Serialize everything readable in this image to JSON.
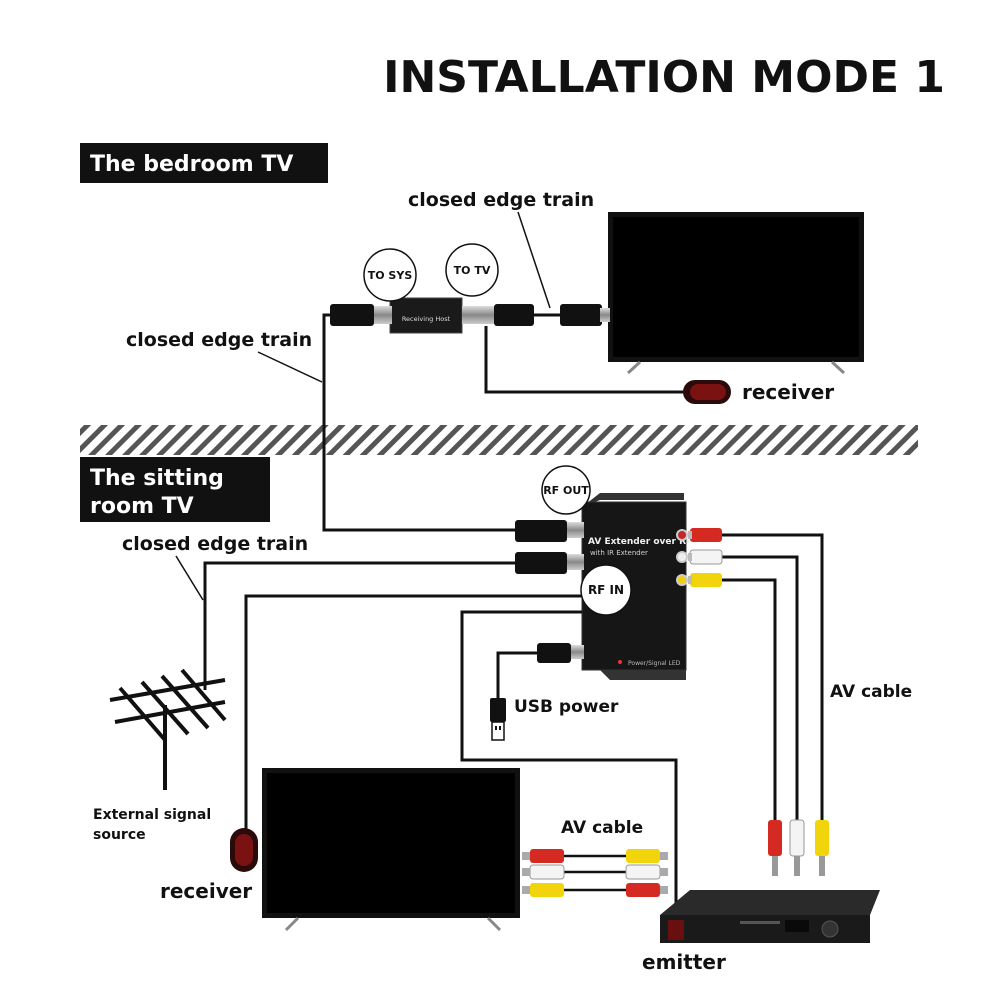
{
  "title": "INSTALLATION MODE 1",
  "sections": {
    "bedroom": "The bedroom TV",
    "sitting_line1": "The sitting",
    "sitting_line2": "room TV"
  },
  "labels": {
    "closed_edge_top": "closed edge train",
    "closed_edge_mid": "closed edge train",
    "closed_edge_low": "closed edge train",
    "receiver_top": "receiver",
    "receiver_bottom": "receiver",
    "av_cable_right": "AV cable",
    "av_cable_bottom": "AV cable",
    "usb_power": "USB power",
    "emitter": "emitter",
    "external_line1": "External signal",
    "external_line2": "source"
  },
  "callouts": {
    "to_sys": "TO SYS",
    "to_tv": "TO TV",
    "rf_out": "RF OUT",
    "rf_in": "RF IN"
  },
  "devices": {
    "receiving_host": "Receiving Host",
    "extender_title": "AV Extender over RF",
    "extender_sub": "with IR Extender",
    "extender_led": "Power/Signal LED"
  },
  "colors": {
    "av_red": "#d42a22",
    "av_white": "#f4f4f4",
    "av_yellow": "#f2d40c",
    "cable": "#111111"
  }
}
